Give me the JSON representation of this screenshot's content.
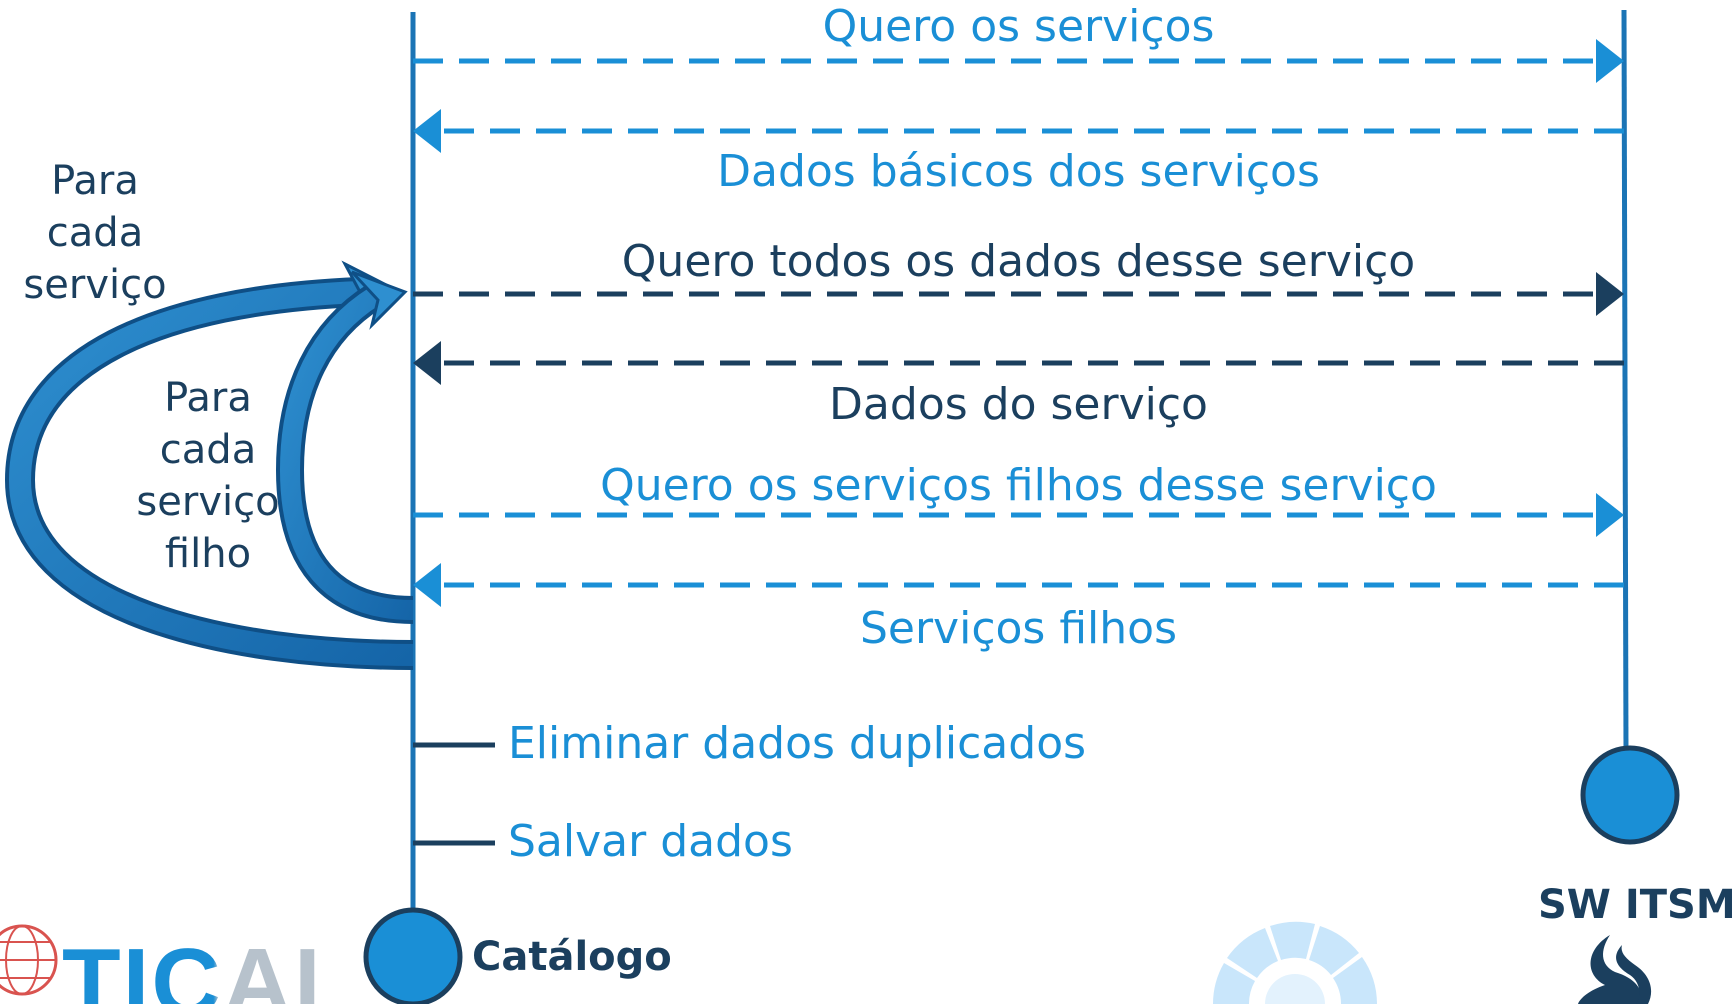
{
  "messages": [
    {
      "label": "Quero os serviços",
      "direction": "right",
      "tone": "light"
    },
    {
      "label": "Dados básicos dos serviços",
      "direction": "left",
      "tone": "light"
    },
    {
      "label": "Quero todos os dados desse serviço",
      "direction": "right",
      "tone": "dark"
    },
    {
      "label": "Dados do serviço",
      "direction": "left",
      "tone": "dark"
    },
    {
      "label": "Quero os serviços filhos desse serviço",
      "direction": "right",
      "tone": "light"
    },
    {
      "label": "Serviços filhos",
      "direction": "left",
      "tone": "light"
    }
  ],
  "loops": {
    "outer": "Para cada serviço",
    "inner": "Para cada serviço filho"
  },
  "steps": [
    "Eliminar dados duplicados",
    "Salvar dados"
  ],
  "actors": {
    "left": "Catálogo",
    "right": "SW ITSM"
  },
  "logo": {
    "text": "TICAI"
  },
  "colors": {
    "light": "#1a8fd6",
    "dark": "#1b3f5e",
    "actor_fill": "#1a8fd6"
  }
}
